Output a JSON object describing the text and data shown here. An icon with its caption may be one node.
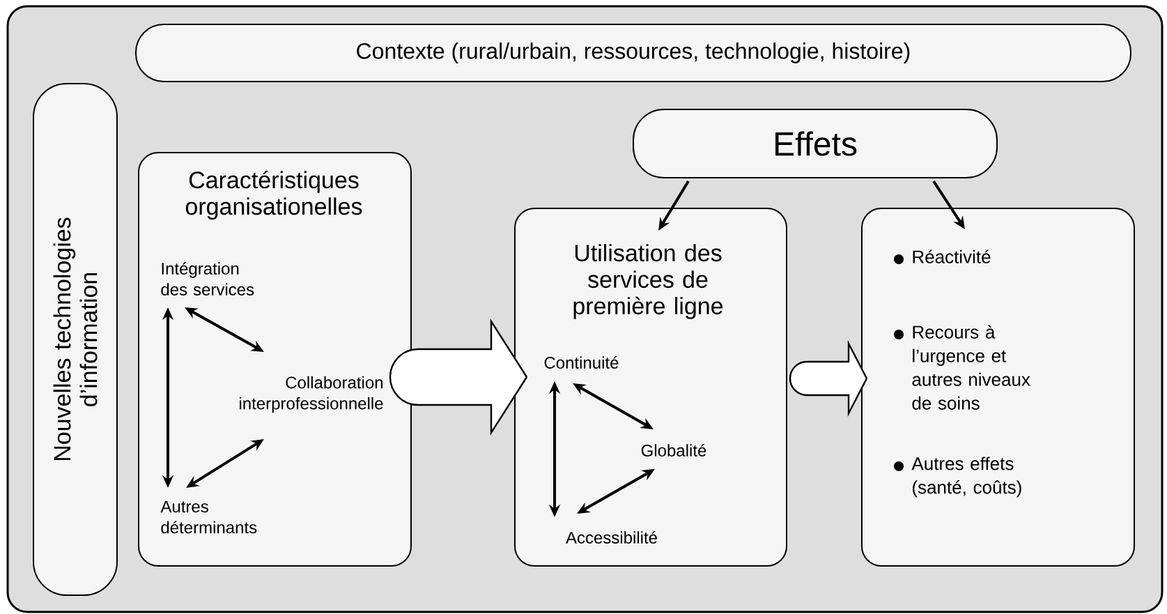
{
  "diagram": {
    "nodes": [
      {
        "text": [
          "Contexte (rural/urbain, ressources, technologie, histoire)"
        ]
      },
      {
        "text": [
          "Nouvelles technologies d’information"
        ]
      },
      {
        "text": [
          "Caractéristiques organisationelles"
        ]
      },
      {
        "text": [
          "Intégration des services"
        ],
        "in": 2
      },
      {
        "text": [
          "Collaboration interprofessionnelle"
        ],
        "in": 2
      },
      {
        "text": [
          "Autres déterminants"
        ],
        "in": 2
      },
      {
        "text": [
          "Effets"
        ]
      },
      {
        "text": [
          "Utilisation des services de première ligne"
        ]
      },
      {
        "text": [
          "Continuité"
        ],
        "in": 7
      },
      {
        "text": [
          "Globalité"
        ],
        "in": 7
      },
      {
        "text": [
          "Accessibilité"
        ],
        "in": 7
      },
      {
        "text": [
          "Réactivité",
          "Recours à l’urgence et autres niveaux de soins",
          "Autres effets (santé, coûts)"
        ]
      }
    ],
    "edges": [
      {
        "from": 3,
        "to": 4,
        "arrow": "both"
      },
      {
        "from": 3,
        "to": 5,
        "arrow": "both"
      },
      {
        "from": 5,
        "to": 4,
        "arrow": "both"
      },
      {
        "from": 2,
        "to": 7,
        "arrow": "to"
      },
      {
        "from": 7,
        "to": 11,
        "arrow": "to"
      },
      {
        "from": 6,
        "to": 7,
        "arrow": "to"
      },
      {
        "from": 6,
        "to": 11,
        "arrow": "to"
      },
      {
        "from": 8,
        "to": 9,
        "arrow": "both"
      },
      {
        "from": 8,
        "to": 10,
        "arrow": "both"
      },
      {
        "from": 10,
        "to": 9,
        "arrow": "both"
      }
    ]
  }
}
